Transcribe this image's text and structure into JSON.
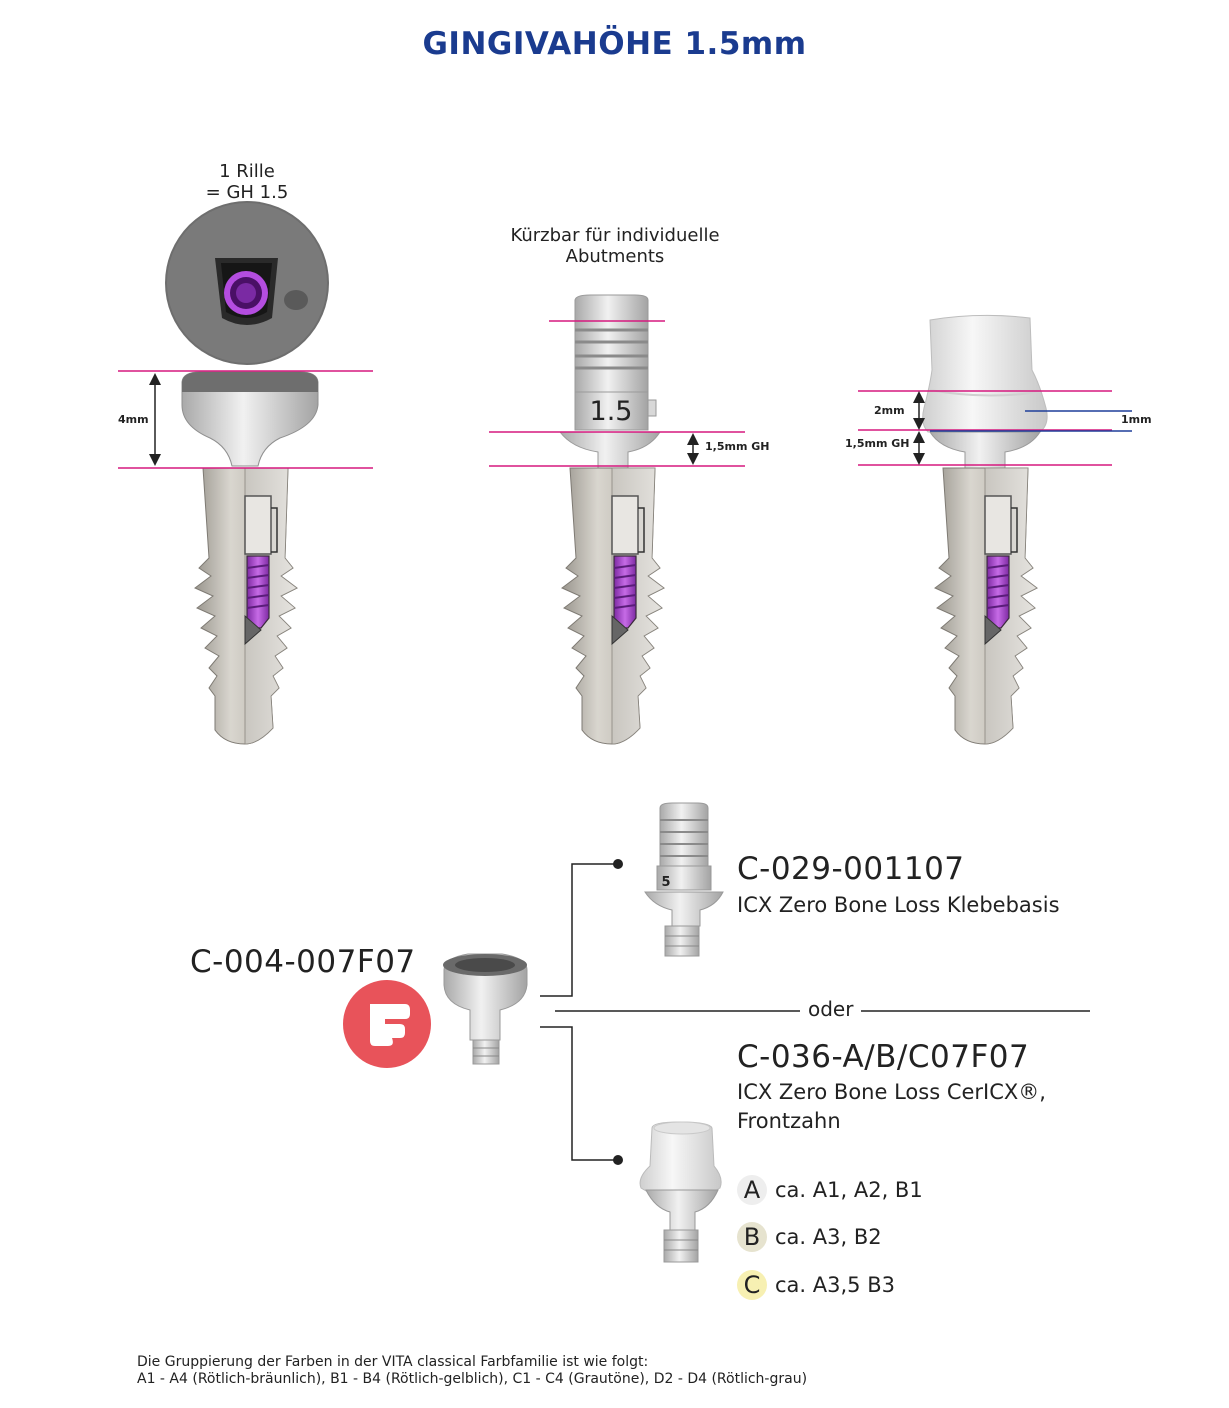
{
  "title": "GINGIVAHÖHE 1.5mm",
  "top_view": {
    "caption_line1": "1 Rille",
    "caption_line2": "= GH 1.5"
  },
  "shortenable": {
    "line1": "Kürzbar für individuelle",
    "line2": "Abutments"
  },
  "dimensions": {
    "left_height": "4mm",
    "center_gh": "1,5mm GH",
    "right_top": "2mm",
    "right_gh": "1,5mm GH",
    "right_shoulder": "1mm",
    "abutment_mark": "1.5"
  },
  "products": {
    "healing_cap": {
      "code": "C-004-007F07",
      "badge_letter": "F"
    },
    "klebebasis": {
      "code": "C-029-001107",
      "name": "ICX Zero Bone Loss Klebebasis",
      "mark": "5"
    },
    "separator": "oder",
    "cericx": {
      "code": "C-036-A/B/C07F07",
      "name_line1": "ICX Zero Bone Loss CerICX®,",
      "name_line2": "Frontzahn"
    }
  },
  "shades": [
    {
      "letter": "A",
      "text": "ca. A1, A2, B1",
      "color": "#eeeeee"
    },
    {
      "letter": "B",
      "text": "ca. A3, B2",
      "color": "#e6e3cf"
    },
    {
      "letter": "C",
      "text": "ca. A3,5 B3",
      "color": "#f7f0b2"
    }
  ],
  "footnote": {
    "line1": "Die Gruppierung der Farben in der VITA classical Farbfamilie ist wie folgt:",
    "line2": "A1 - A4 (Rötlich-bräunlich), B1 - B4 (Rötlich-gelblich), C1 - C4 (Grautöne), D2 - D4 (Rötlich-grau)"
  },
  "colors": {
    "title": "#1a3b8f",
    "magenta_lines": "#d6197f",
    "blue_lines": "#1f3f9a",
    "screw": "#a742cc",
    "badge": "#e8535a"
  }
}
